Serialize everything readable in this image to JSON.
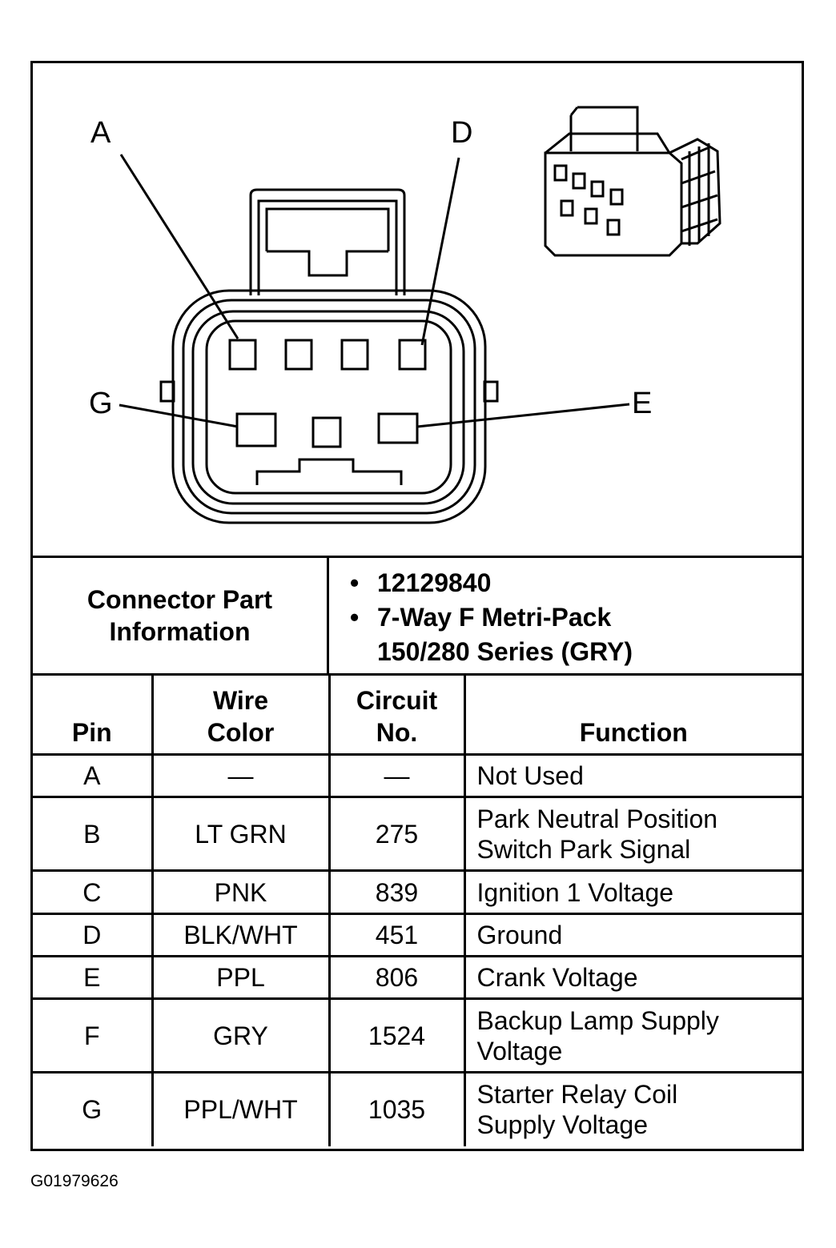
{
  "figure_id": "G01979626",
  "connector": {
    "callouts": [
      "A",
      "D",
      "G",
      "E"
    ]
  },
  "info": {
    "title_line1": "Connector Part",
    "title_line2": "Information",
    "items": [
      "12129840",
      "7-Way F Metri-Pack",
      "150/280 Series (GRY)"
    ]
  },
  "table": {
    "headers": {
      "pin": "Pin",
      "wire_line1": "Wire",
      "wire_line2": "Color",
      "circuit_line1": "Circuit",
      "circuit_line2": "No.",
      "function": "Function"
    },
    "rows": [
      {
        "pin": "A",
        "color": "—",
        "circuit": "—",
        "function": [
          "Not Used"
        ]
      },
      {
        "pin": "B",
        "color": "LT GRN",
        "circuit": "275",
        "function": [
          "Park Neutral Position",
          "Switch Park Signal"
        ]
      },
      {
        "pin": "C",
        "color": "PNK",
        "circuit": "839",
        "function": [
          "Ignition 1 Voltage"
        ]
      },
      {
        "pin": "D",
        "color": "BLK/WHT",
        "circuit": "451",
        "function": [
          "Ground"
        ]
      },
      {
        "pin": "E",
        "color": "PPL",
        "circuit": "806",
        "function": [
          "Crank Voltage"
        ]
      },
      {
        "pin": "F",
        "color": "GRY",
        "circuit": "1524",
        "function": [
          "Backup Lamp Supply",
          "Voltage"
        ]
      },
      {
        "pin": "G",
        "color": "PPL/WHT",
        "circuit": "1035",
        "function": [
          "Starter Relay Coil",
          "Supply Voltage"
        ]
      }
    ]
  }
}
